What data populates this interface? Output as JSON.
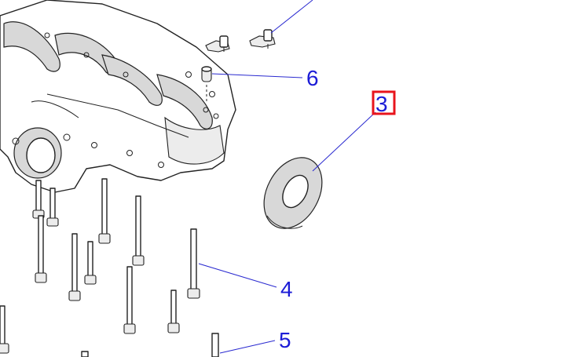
{
  "callouts": {
    "part_3": {
      "label": "3",
      "highlighted": true,
      "highlight_color": "#e8141c"
    },
    "part_4": {
      "label": "4"
    },
    "part_5": {
      "label": "5"
    },
    "part_6": {
      "label": "6"
    }
  },
  "colors": {
    "callout_text": "#1c1cd6",
    "leader": "#2a2ad0"
  }
}
